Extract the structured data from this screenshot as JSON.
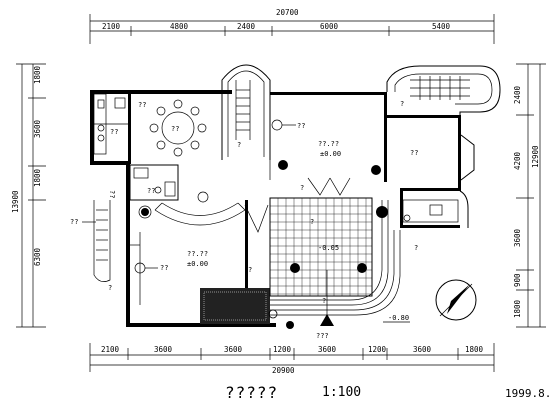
{
  "top_dims": {
    "total": "20700",
    "segments": [
      "2100",
      "4800",
      "2400",
      "6000",
      "5400"
    ]
  },
  "bottom_dims": {
    "total": "20900",
    "segments": [
      "2100",
      "3600",
      "3600",
      "1200",
      "3600",
      "1200",
      "3600",
      "1800"
    ]
  },
  "left_dims": {
    "total": "13900",
    "segments": [
      "1800",
      "3600",
      "1800",
      "6300"
    ]
  },
  "right_dims": {
    "total": "12900",
    "segments": [
      "2400",
      "4200",
      "3600",
      "900",
      "1800"
    ]
  },
  "rooms": {
    "kitchen": "??",
    "dining": "??",
    "garage": "??",
    "bath": "??",
    "stair_top": "?",
    "shower": "?",
    "living": "??.??",
    "living_elev": "±0.00",
    "hall": "??.??",
    "hall_elev": "±0.00",
    "bedroom": "??",
    "bedroom_q": "?",
    "terrace_elev": "-0.05",
    "entry_elev": "-0.80",
    "entry": "???",
    "garden_q": "?",
    "tv_left": "??",
    "tv_right": "??",
    "side_lbl": "??"
  },
  "footer": {
    "title": "?????",
    "scale": "1:100",
    "date": "1999.8."
  }
}
